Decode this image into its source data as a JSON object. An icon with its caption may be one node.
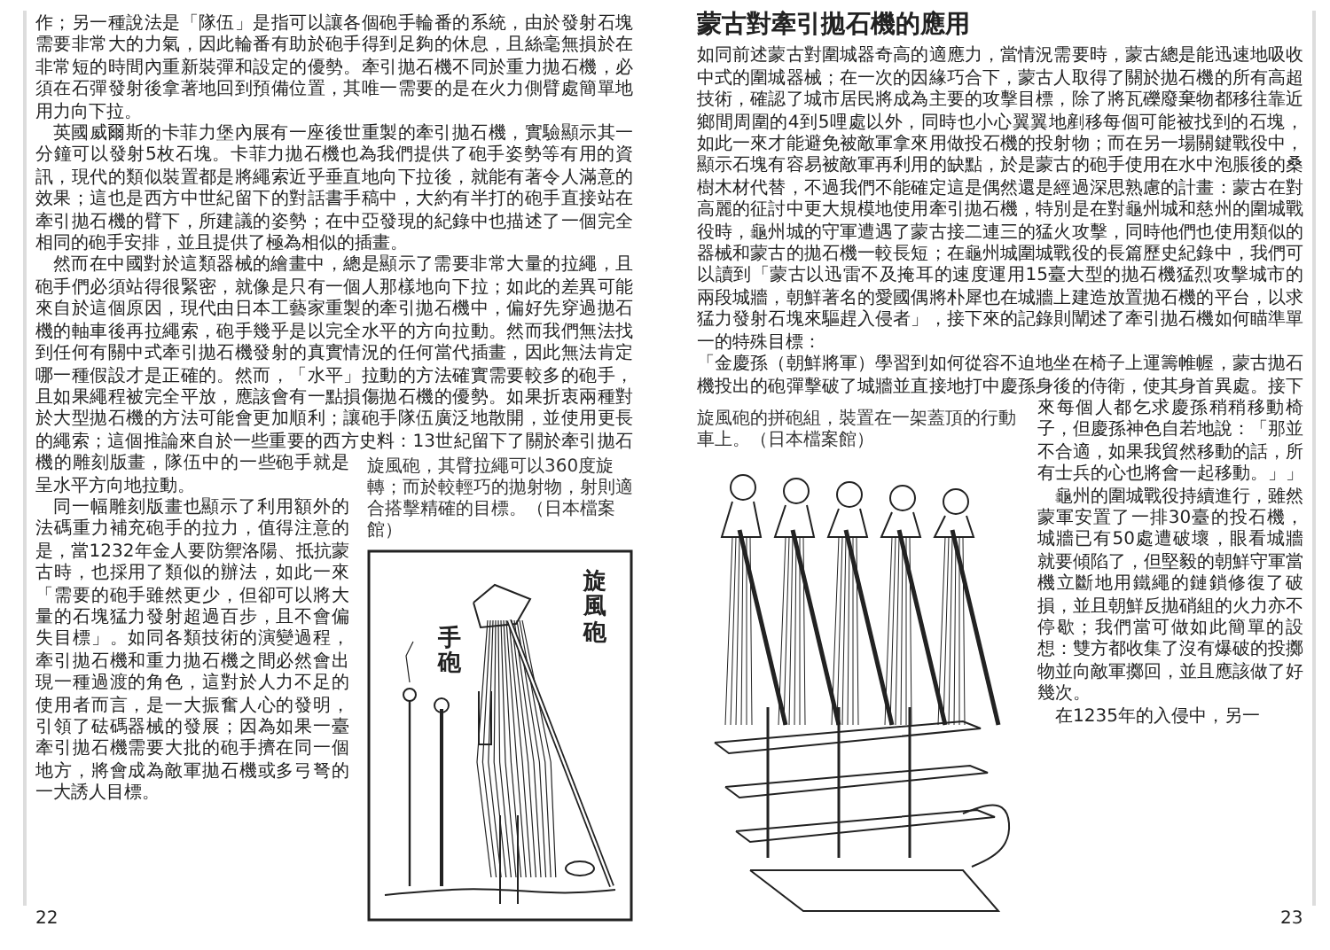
{
  "diagram": {
    "labels": [
      "作；另一種說法是「隊伍」是指可以讓各個砲手輪番的系統，由於發射石塊需要非常大的力氣，因此輪番有助於砲手得到足夠的休息，且絲毫無損於在非常短的時間內重新裝彈和設定的優勢。牽引拋石機不同於重力拋石機，必須在石彈發射後拿著地回到預備位置，其唯一需要的是在火力側臂處簡單地用力向下拉。",
      "英國威爾斯的卡菲力堡內展有一座後世重製的牽引拋石機，實驗顯示其一分鐘可以發射5枚石塊。卡菲力拋石機也為我們提供了砲手姿勢等有用的資訊，現代的類似裝置都是將繩索近乎垂直地向下拉後，就能有著令人滿意的效果；這也是西方中世紀留下的對話書手稿中，大約有半打的砲手直接站在牽引拋石機的臂下，所建議的姿勢；在中亞發現的紀錄中也描述了一個完全相同的砲手安排，並且提供了極為相似的插畫。",
      "然而在中國對於這類器械的繪畫中，總是顯示了需要非常大量的拉繩，且砲手們必須站得很緊密，就像是只有一個人那樣地向下拉；如此的差異可能來自於這個原因，現代由日本工藝家重製的牽引拋石機中，偏好先穿過拋石機的軸車後再拉繩索，砲手幾乎是以完全水平的方向拉動。然而我們無法找到任何有關中式牽引拋石機發射的真實情況的任何當代插畫，因此無法肯定哪一種假設才是正確的。然而，「水平」拉動的方法確實需要較多的砲手，且如果繩程被完全平放，應該會有一點損傷拋石機的優勢。如果折衷兩種對於大型拋石機的方法可能會更加順利；讓砲手隊伍廣泛地散開，並使用更長的繩索；這個推論來自於一些重要的西方史料：13世紀留下了關於牽引拋石機的雕刻版畫，隊伍中的一些砲手就是呈水平方向地拉動。",
      "同一幅雕刻版畫也顯示了利用額外的法碼重力補充砲手的拉力，值得注意的是，當1232年金人要防禦洛陽、抵抗蒙古時，也採用了類似的辦法，如此一來「需要的砲手雖然更少，但卻可以將大量的石塊猛力發射超過百步，且不會偏失目標」。如同各類技術的演變過程，牽引拋石機和重力拋石機之間必然會出現一種過渡的角色，這對於人力不足的使用者而言，是一大振奮人心的發明，引領了砝碼器械的發展；因為如果一臺牽引拋石機需要大批的砲手擠在同一個地方，將會成為敵軍拋石機或多弓弩的一大誘人目標。",
      "旋風砲，其臂拉繩可以360度旋轉；而於較輕巧的拋射物，射則適合搭擊精確的目標。（日本檔案館）",
      "旋風砲",
      "手砲",
      "22",
      "蒙古對牽引拋石機的應用",
      "如同前述蒙古對圍城器奇高的適應力，當情況需要時，蒙古總是能迅速地吸收中式的圍城器械；在一次的因緣巧合下，蒙古人取得了關於拋石機的所有高超技術，確認了城市居民將成為主要的攻擊目標，除了將瓦礫廢棄物都移往靠近鄉間周圍的4到5哩處以外，同時也小心翼翼地剷移每個可能被找到的石塊，如此一來才能避免被敵軍拿來用做投石機的投射物；而在另一場關鍵戰役中，顯示石塊有容易被敵軍再利用的缺點，於是蒙古的砲手使用在水中泡脹後的桑樹木材代替，不過我們不能確定這是偶然還是經過深思熟慮的計畫：蒙古在對高麗的征討中更大規模地使用牽引拋石機，特別是在對龜州城和慈州的圍城戰役時，龜州城的守軍遭遇了蒙古接二連三的猛火攻擊，同時他們也使用類似的器械和蒙古的拋石機一較長短；在龜州城圍城戰役的長篇歷史紀錄中，我們可以讀到「蒙古以迅雷不及掩耳的速度運用15臺大型的拋石機猛烈攻擊城市的兩段城牆，朝鮮著名的愛國偶將朴犀也在城牆上建造放置拋石機的平台，以求猛力發射石塊來驅趕入侵者」，接下來的記錄則闡述了牽引拋石機如何瞄準單一的特殊目標：",
      "旋風砲的拼砲組，裝置在一架蓋頂的行動車上。（日本檔案館）",
      "「金慶孫（朝鮮將軍）學習到如何從容不迫地坐在椅子上運籌帷幄，蒙古拋石機投出的砲彈擊破了城牆並直接地打中慶孫身後的侍衛，使其身首異處。接下來每個人都乞求慶孫稍稍移動椅子，但慶孫神色自若地說：「那並不合適，如果我貿然移動的話，所有士兵的心也將會一起移動。」」",
      "龜州的圍城戰役持續進行，雖然蒙軍安置了一排30臺的投石機，城牆已有50處遭破壞，眼看城牆就要傾陷了，但堅毅的朝鮮守軍當機立斷地用鐵繩的鏈鎖修復了破損，並且朝鮮反拋硝組的火力亦不停歇；我們當可做如此簡單的設想：雙方都收集了沒有爆破的投擲物並向敵軍擲回，並且應該做了好幾次。",
      "在1235年的入侵中，另一",
      "23"
    ]
  }
}
